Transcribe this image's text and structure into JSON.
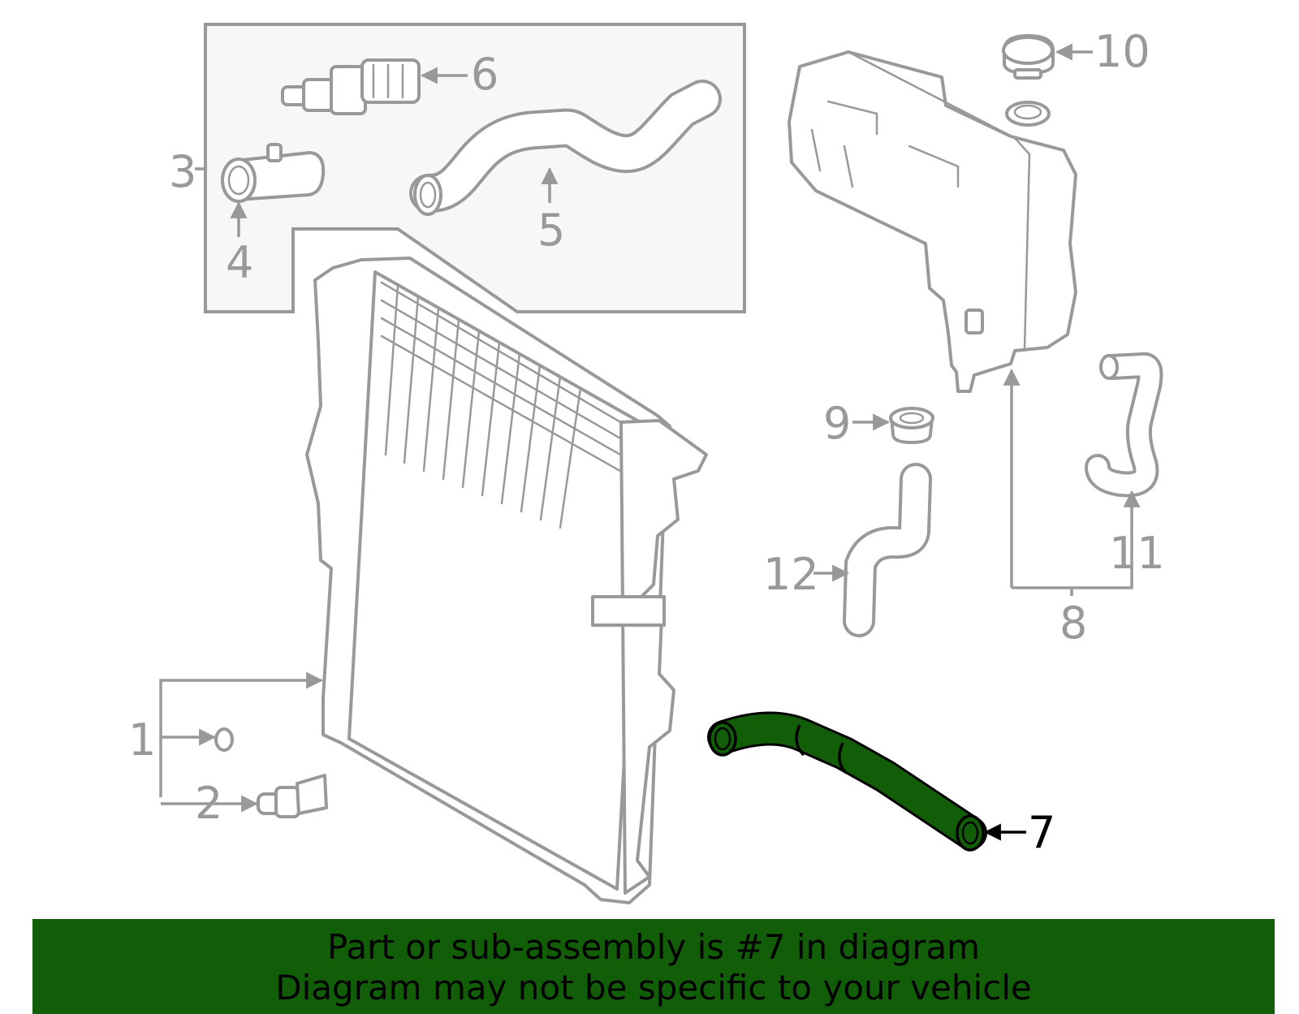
{
  "diagram": {
    "highlight_color": "#125e08",
    "line_color": "#999999",
    "inset_fill": "#f7f7f7",
    "highlighted_part": "7",
    "callouts": [
      "1",
      "2",
      "3",
      "4",
      "5",
      "6",
      "7",
      "8",
      "9",
      "10",
      "11",
      "12"
    ]
  },
  "banner": {
    "line1": "Part or sub-assembly is #7 in diagram",
    "line2": "Diagram may not be specific to your vehicle",
    "background": "#125e08"
  }
}
